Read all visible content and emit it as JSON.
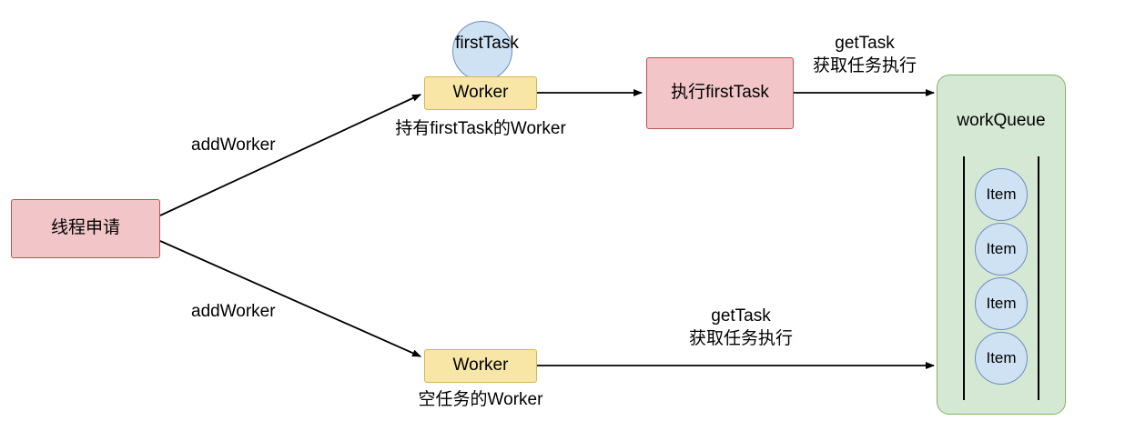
{
  "diagram": {
    "title": "Thread pool worker dispatch diagram",
    "nodes": {
      "thread_request": {
        "label": "线程申请"
      },
      "worker_with_task": {
        "label": "Worker"
      },
      "first_task_circle": {
        "label": ""
      },
      "exec_first_task": {
        "label": "执行firstTask"
      },
      "worker_empty": {
        "label": "Worker"
      },
      "work_queue": {
        "label": "workQueue"
      }
    },
    "labels": {
      "first_task_caption": "firstTask",
      "worker_with_task_caption": "持有firstTask的Worker",
      "worker_empty_caption": "空任务的Worker",
      "add_worker_top": "addWorker",
      "add_worker_bottom": "addWorker",
      "get_task_top_line1": "getTask",
      "get_task_top_line2": "获取任务执行",
      "get_task_bottom_line1": "getTask",
      "get_task_bottom_line2": "获取任务执行"
    },
    "queue_items": [
      {
        "label": "Item"
      },
      {
        "label": "Item"
      },
      {
        "label": "Item"
      },
      {
        "label": "Item"
      }
    ],
    "colors": {
      "red_fill": "#f2c6c9",
      "red_stroke": "#b85450",
      "yellow_fill": "#f7e6a6",
      "yellow_stroke": "#d6b656",
      "blue_fill": "#cfe2f3",
      "blue_stroke": "#6c8ebf",
      "green_fill": "#d5e8d4",
      "green_stroke": "#82b366",
      "edge": "#000000"
    }
  }
}
